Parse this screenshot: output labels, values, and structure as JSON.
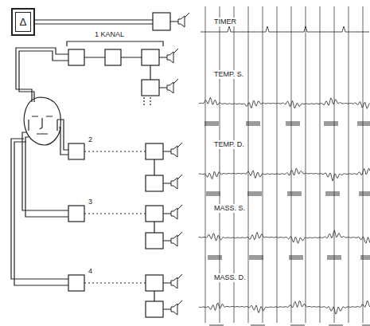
{
  "diagram": {
    "nodes": [
      {
        "text": [
          "Δ"
        ]
      }
    ],
    "labels": [
      "TIMER",
      "1 KANAL",
      "2",
      "3",
      "4",
      "TEMP. S.",
      "TEMP. D.",
      "MASS. S.",
      "MASS. D."
    ]
  }
}
